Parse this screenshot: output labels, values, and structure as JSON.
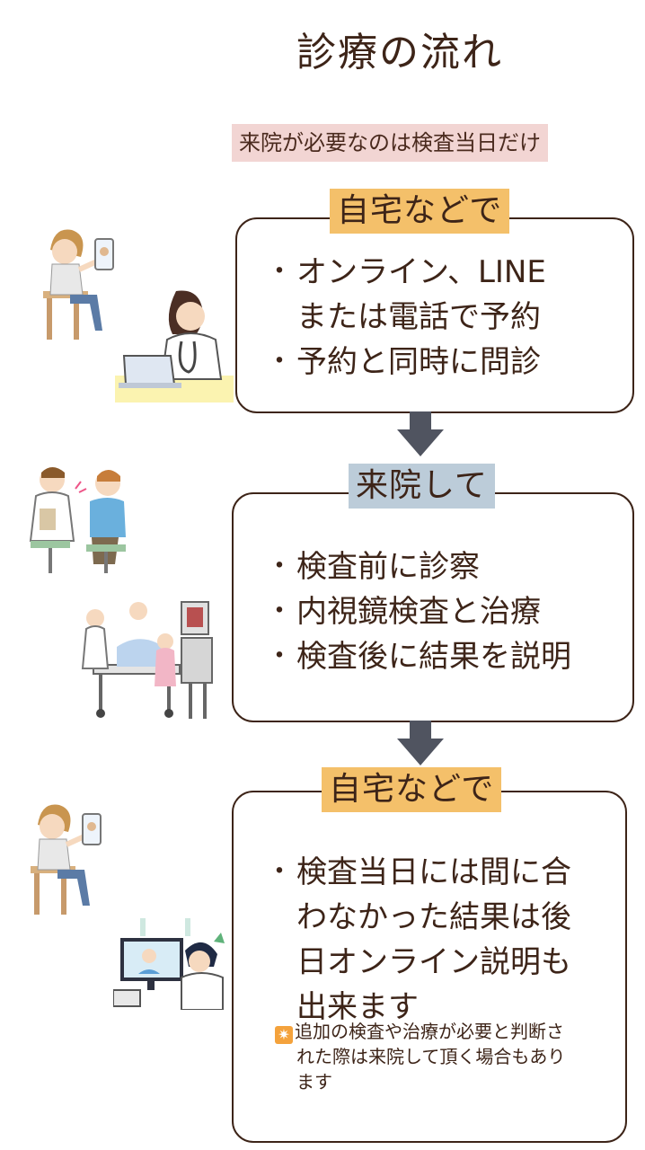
{
  "title": "診療の流れ",
  "note": "来院が必要なのは検査当日だけ",
  "steps": [
    {
      "label": "自宅などで",
      "bullets": [
        "オンライン、LINE",
        "または電話で予約",
        "予約と同時に問診"
      ]
    },
    {
      "label": "来院して",
      "bullets": [
        "検査前に診察",
        "内視鏡検査と治療",
        "検査後に結果を説明"
      ]
    },
    {
      "label": "自宅などで",
      "bullets": [
        "検査当日には間に合",
        "わなかった結果は後",
        "日オンライン説明も",
        "出来ます"
      ],
      "remark": {
        "icon": "sparkle-icon",
        "lines": [
          "追加の検査や治療が必要と判断さ",
          "れた際は来院して頂く場合もあり",
          "ます"
        ]
      }
    }
  ],
  "colors": {
    "text": "#3d2418",
    "label_gold": "#f4c06a",
    "label_blue": "#bcccd9",
    "note_bg": "#f2d5d3",
    "arrow": "#505460"
  }
}
